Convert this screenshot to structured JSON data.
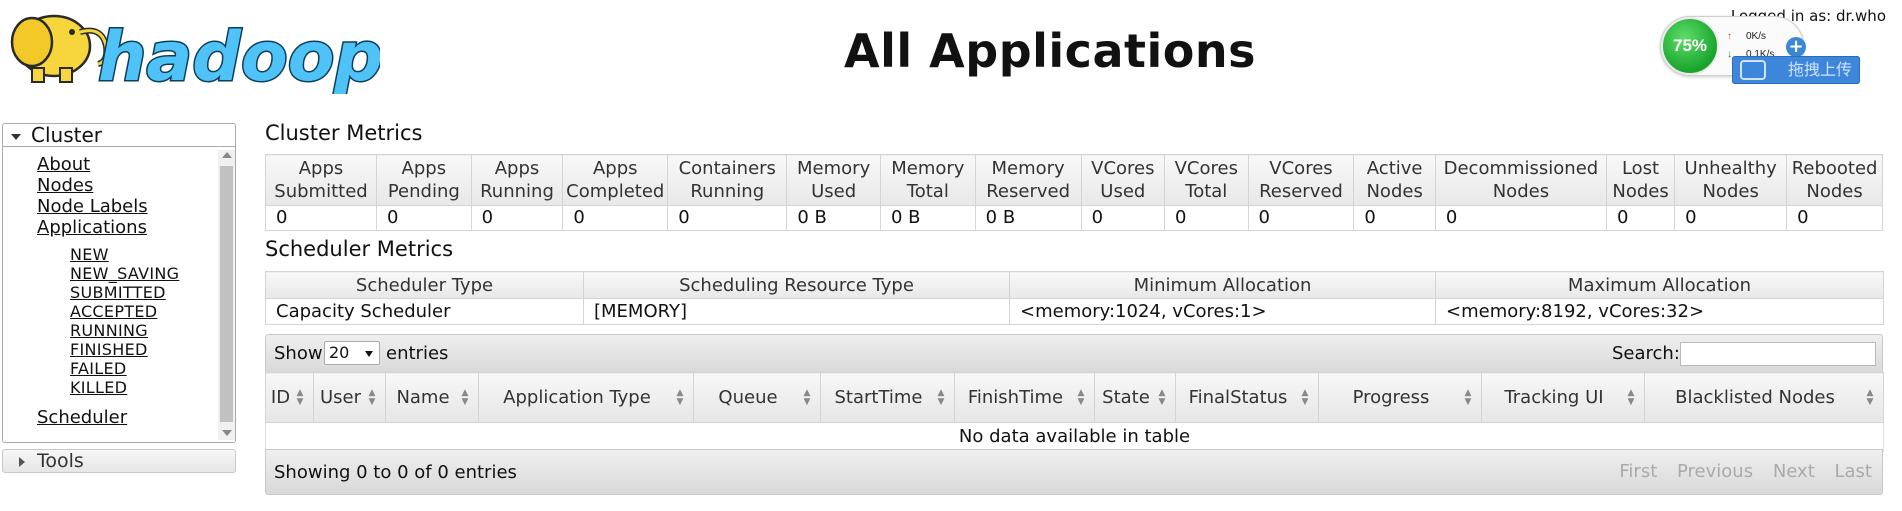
{
  "header": {
    "logo_text": "hadoop",
    "title": "All Applications",
    "logged_in": "Logged in as: dr.who"
  },
  "speed_widget": {
    "percent": "75%",
    "upload_rate": "0K/s",
    "download_rate": "0.1K/s",
    "upload_button": "拖拽上传"
  },
  "sidebar": {
    "cluster_label": "Cluster",
    "links": [
      "About",
      "Nodes",
      "Node Labels",
      "Applications"
    ],
    "app_states": [
      "NEW",
      "NEW_SAVING",
      "SUBMITTED",
      "ACCEPTED",
      "RUNNING",
      "FINISHED",
      "FAILED",
      "KILLED"
    ],
    "scheduler": "Scheduler",
    "tools_label": "Tools"
  },
  "cluster_metrics": {
    "title": "Cluster Metrics",
    "headers": [
      [
        "Apps",
        "Submitted"
      ],
      [
        "Apps",
        "Pending"
      ],
      [
        "Apps",
        "Running"
      ],
      [
        "Apps",
        "Completed"
      ],
      [
        "Containers",
        "Running"
      ],
      [
        "Memory",
        "Used"
      ],
      [
        "Memory",
        "Total"
      ],
      [
        "Memory",
        "Reserved"
      ],
      [
        "VCores",
        "Used"
      ],
      [
        "VCores",
        "Total"
      ],
      [
        "VCores",
        "Reserved"
      ],
      [
        "Active",
        "Nodes"
      ],
      [
        "Decommissioned",
        "Nodes"
      ],
      [
        "Lost",
        "Nodes"
      ],
      [
        "Unhealthy",
        "Nodes"
      ],
      [
        "Rebooted",
        "Nodes"
      ]
    ],
    "values": [
      "0",
      "0",
      "0",
      "0",
      "0",
      "0 B",
      "0 B",
      "0 B",
      "0",
      "0",
      "0",
      "0",
      "0",
      "0",
      "0",
      "0"
    ]
  },
  "scheduler_metrics": {
    "title": "Scheduler Metrics",
    "headers": [
      "Scheduler Type",
      "Scheduling Resource Type",
      "Minimum Allocation",
      "Maximum Allocation"
    ],
    "values": [
      "Capacity Scheduler",
      "[MEMORY]",
      "<memory:1024, vCores:1>",
      "<memory:8192, vCores:32>"
    ]
  },
  "apps_table": {
    "show_label": "Show",
    "length_value": "20",
    "entries_label": "entries",
    "search_label": "Search:",
    "columns": [
      [
        "ID"
      ],
      [
        "User"
      ],
      [
        "Name"
      ],
      [
        "Application Type"
      ],
      [
        "Queue"
      ],
      [
        "StartTime"
      ],
      [
        "FinishTime"
      ],
      [
        "State"
      ],
      [
        "FinalStatus"
      ],
      [
        "Progress"
      ],
      [
        "Tracking UI"
      ],
      [
        "Blacklisted Nodes"
      ]
    ],
    "empty_message": "No data available in table",
    "info": "Showing 0 to 0 of 0 entries",
    "paginate": [
      "First",
      "Previous",
      "Next",
      "Last"
    ]
  }
}
